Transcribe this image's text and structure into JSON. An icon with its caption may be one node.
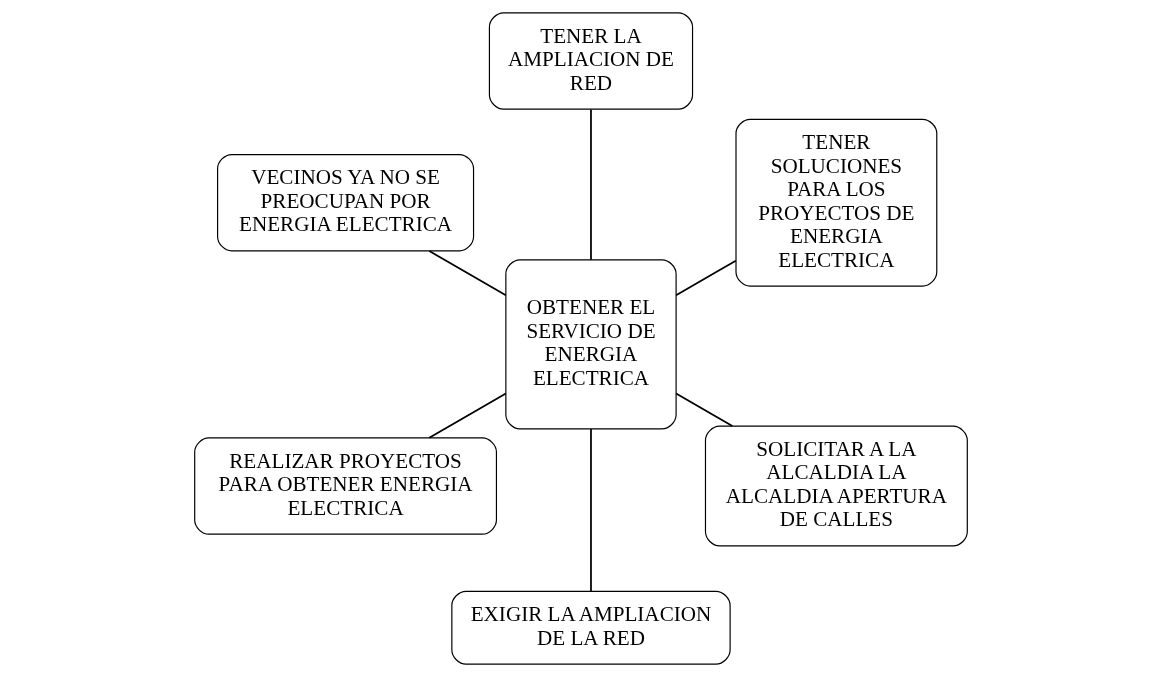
{
  "diagram": {
    "nodes": [
      {
        "text": [
          "TENER SOLUCIONES PARA LOS PROYECTOS DE ENERGIA ELECTRICA"
        ]
      },
      {
        "text": [
          "TENER LA AMPLIACION DE RED"
        ]
      },
      {
        "text": [
          "VECINOS YA NO SE PREOCUPAN POR ENERGIA ELECTRICA"
        ]
      },
      {
        "text": [
          "OBTENER EL SERVICIO DE ENERGIA ELECTRICA"
        ]
      },
      {
        "text": [
          "REALIZAR PROYECTOS PARA OBTENER ENERGIA ELECTRICA"
        ]
      },
      {
        "text": [
          "EXIGIR LA AMPLIACION DE LA RED"
        ]
      },
      {
        "text": [
          "SOLICITAR A LA ALCALDIA LA ALCALDIA APERTURA DE CALLES"
        ]
      }
    ],
    "edges": [
      {
        "from": 3,
        "to": 0,
        "arrow": "none"
      },
      {
        "from": 3,
        "to": 1,
        "arrow": "none"
      },
      {
        "from": 3,
        "to": 2,
        "arrow": "none"
      },
      {
        "from": 3,
        "to": 4,
        "arrow": "none"
      },
      {
        "from": 3,
        "to": 5,
        "arrow": "none"
      },
      {
        "from": 3,
        "to": 6,
        "arrow": "none"
      }
    ]
  }
}
